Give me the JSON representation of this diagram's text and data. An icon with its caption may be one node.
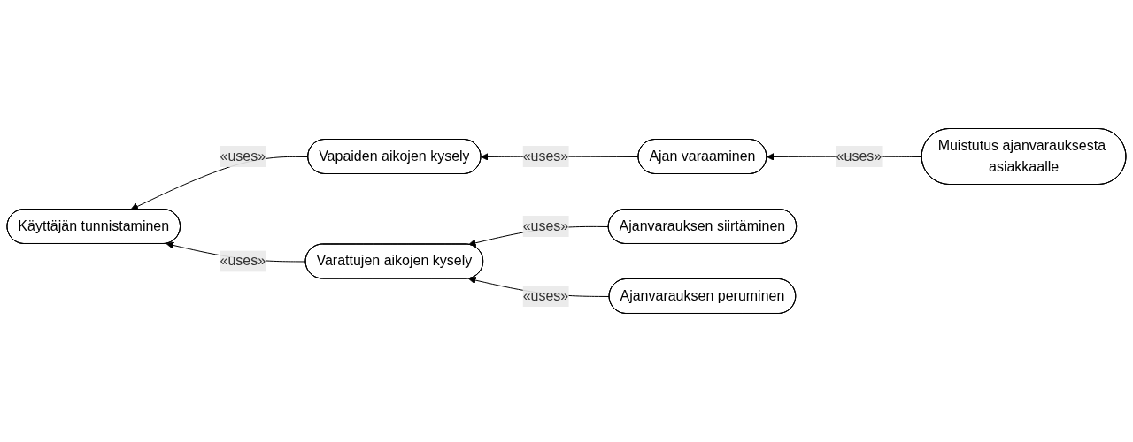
{
  "diagram": {
    "nodes": [
      {
        "text": [
          "Käyttäjän tunnistaminen"
        ]
      },
      {
        "text": [
          "Vapaiden aikojen kysely"
        ]
      },
      {
        "text": [
          "Ajan varaaminen"
        ]
      },
      {
        "text": [
          "Muistutus ajanvarauksesta asiakkaalle"
        ]
      },
      {
        "text": [
          "Varattujen aikojen kysely"
        ]
      },
      {
        "text": [
          "Ajanvarauksen siirtäminen"
        ]
      },
      {
        "text": [
          "Ajanvarauksen peruminen"
        ]
      }
    ],
    "edges": [
      {
        "from": 1,
        "to": 0,
        "arrow": "to",
        "label": "«uses»"
      },
      {
        "from": 2,
        "to": 1,
        "arrow": "to",
        "label": "«uses»"
      },
      {
        "from": 3,
        "to": 2,
        "arrow": "to",
        "label": "«uses»"
      },
      {
        "from": 4,
        "to": 0,
        "arrow": "to",
        "label": "«uses»"
      },
      {
        "from": 5,
        "to": 4,
        "arrow": "to",
        "label": "«uses»"
      },
      {
        "from": 6,
        "to": 4,
        "arrow": "to",
        "label": "«uses»"
      }
    ]
  }
}
